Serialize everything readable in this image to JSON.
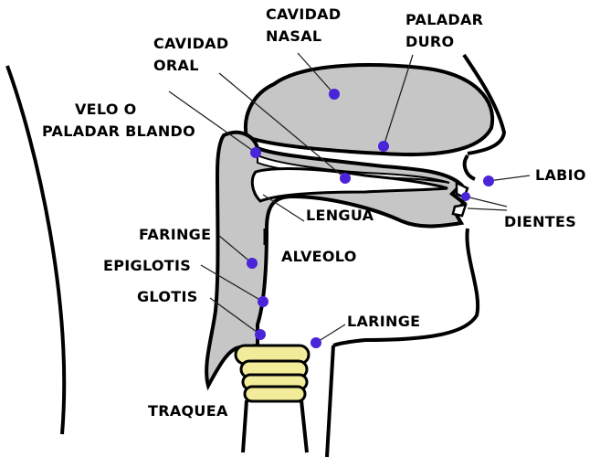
{
  "labels": {
    "cavidad_nasal": [
      "CAVIDAD",
      "NASAL"
    ],
    "paladar_duro": [
      "PALADAR",
      "DURO"
    ],
    "cavidad_oral": [
      "CAVIDAD",
      "ORAL"
    ],
    "velo": [
      "VELO O",
      "PALADAR BLANDO"
    ],
    "labio": "LABIO",
    "dientes": "DIENTES",
    "lengua": "LENGUA",
    "faringe": "FARINGE",
    "alveolo": "ALVEOLO",
    "epiglotis": "EPIGLOTIS",
    "glotis": "GLOTIS",
    "laringe": "LARINGE",
    "traquea": "TRAQUEA"
  },
  "colors": {
    "outline": "#000000",
    "tract_fill": "#c6c6c6",
    "trachea_fill": "#f2ec9a",
    "marker": "#4a24d9"
  }
}
